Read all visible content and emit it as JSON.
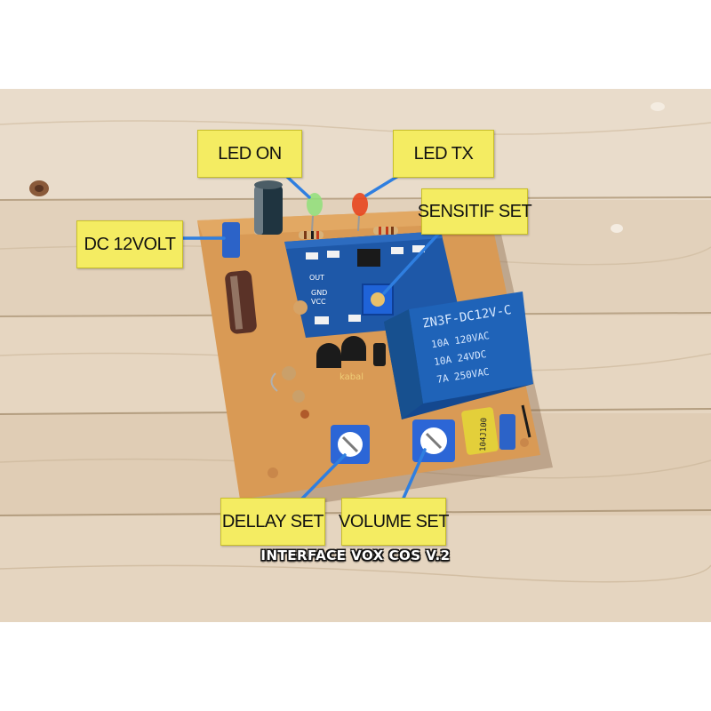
{
  "labels": {
    "led_on": "LED ON",
    "led_tx": "LED TX",
    "dc_12volt": "DC 12VOLT",
    "sensitif_set": "SENSITIF SET",
    "dellay_set": "DELLAY SET",
    "volume_set": "VOLUME SET"
  },
  "caption": "INTERFACE VOX COS V.2",
  "relay": {
    "model": "ZN3F-DC12V-C",
    "rating_1": "10A  120VAC",
    "rating_2": "10A  24VDC",
    "rating_3": "7A   250VAC"
  },
  "module_pins": {
    "out": "OUT",
    "gnd": "GND",
    "vcc": "VCC"
  },
  "watermark": "kabal",
  "capacitor_code": "104J100",
  "colors": {
    "callout_fill": "#f4ec62",
    "pcb": "#d99a55",
    "relay": "#1f63b8",
    "module": "#1e58a8",
    "led_green": "#8fe07a",
    "led_red": "#e8451f"
  }
}
